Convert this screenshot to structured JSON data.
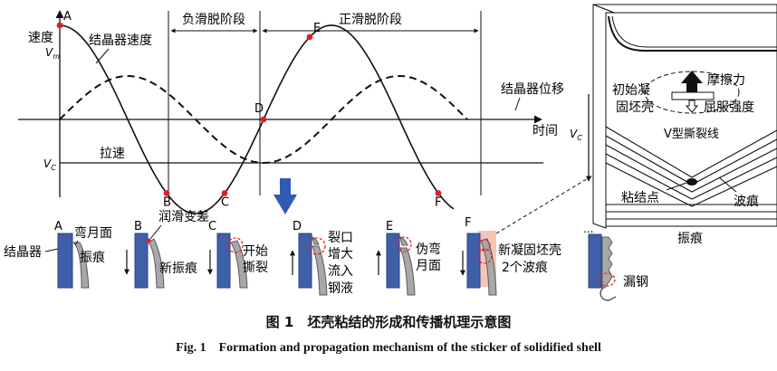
{
  "colors": {
    "point": "#dd2222",
    "mold": "#3f5fa8",
    "mold_dark": "#2a4686",
    "shell": "#a8a8a8",
    "shell_dark": "#5a5a5a",
    "new_shell": "#f1b39a",
    "arrow_blue": "#2f5cb2",
    "ink": "#111111"
  },
  "chart": {
    "y_label": "速度",
    "vm_label": "V",
    "vm_sub": "m",
    "vc_label": "V",
    "vc_sub": "C",
    "x_label": "时间",
    "mold_speed_label": "结晶器速度",
    "mold_displacement_label": "结晶器位移",
    "casting_speed_label": "拉速",
    "negative_strip_label": "负滑脱阶段",
    "positive_strip_label": "正滑脱阶段",
    "points": [
      {
        "label": "A",
        "phase": 0.25
      },
      {
        "label": "B",
        "phase": 0.6433
      },
      {
        "label": "C",
        "phase": 0.8567
      },
      {
        "label": "D",
        "phase": 1.0
      },
      {
        "label": "E",
        "phase": 1.17
      },
      {
        "label": "F",
        "phase": 1.6433
      }
    ]
  },
  "stages": [
    {
      "letter": "A",
      "notes": [
        "弯月面",
        "振痕"
      ]
    },
    {
      "letter": "B",
      "notes": [
        "润滑变差",
        "新振痕"
      ]
    },
    {
      "letter": "C",
      "notes": [
        "开始",
        "撕裂"
      ]
    },
    {
      "letter": "D",
      "notes": [
        "裂口",
        "增大",
        "流入",
        "钢液"
      ]
    },
    {
      "letter": "E",
      "notes": [
        "伪弯",
        "月面"
      ]
    },
    {
      "letter": "F",
      "notes": [
        "新凝固坯壳",
        "2个波痕"
      ]
    }
  ],
  "crystallizer_label": "结晶器",
  "ellipsis": "...",
  "breakout_label": "漏钢",
  "inset": {
    "initial_shell": [
      "初始凝",
      "固坯壳"
    ],
    "friction": "摩擦力",
    "yield_strength": "屈服强度",
    "v_crack": "V型撕裂线",
    "sticking_point": "粘结点",
    "ripple": "波痕",
    "vc_label": "V",
    "vc_sub": "C",
    "oscillation_mark": "振痕"
  },
  "caption_cn": "图 1　坯壳粘结的形成和传播机理示意图",
  "caption_en": "Fig. 1　Formation and propagation mechanism of the sticker of solidified shell"
}
